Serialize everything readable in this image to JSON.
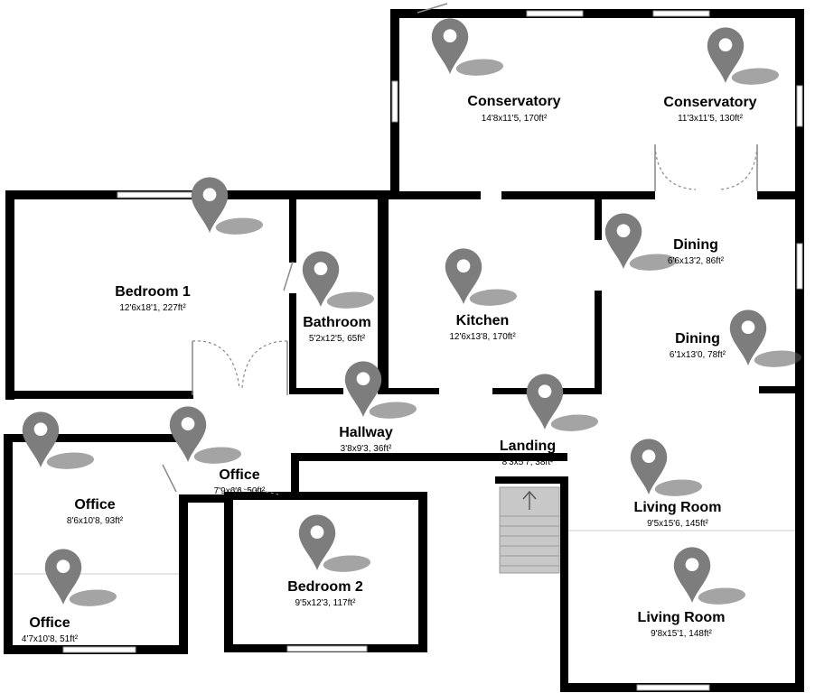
{
  "floorplan": {
    "rooms": [
      {
        "id": "conservatory-1",
        "name": "Conservatory",
        "dims": "14'8x11'5, 170ft²"
      },
      {
        "id": "conservatory-2",
        "name": "Conservatory",
        "dims": "11'3x11'5, 130ft²"
      },
      {
        "id": "bedroom-1",
        "name": "Bedroom 1",
        "dims": "12'6x18'1, 227ft²"
      },
      {
        "id": "bathroom",
        "name": "Bathroom",
        "dims": "5'2x12'5, 65ft²"
      },
      {
        "id": "kitchen",
        "name": "Kitchen",
        "dims": "12'6x13'8, 170ft²"
      },
      {
        "id": "dining-1",
        "name": "Dining",
        "dims": "6'6x13'2, 86ft²"
      },
      {
        "id": "dining-2",
        "name": "Dining",
        "dims": "6'1x13'0, 78ft²"
      },
      {
        "id": "hallway",
        "name": "Hallway",
        "dims": "3'8x9'3, 36ft²"
      },
      {
        "id": "landing",
        "name": "Landing",
        "dims": "8'3x5'7, 38ft²"
      },
      {
        "id": "office-small",
        "name": "Office",
        "dims": "7'9x6'6, 50ft²"
      },
      {
        "id": "office-main",
        "name": "Office",
        "dims": "8'6x10'8, 93ft²"
      },
      {
        "id": "office-corner",
        "name": "Office",
        "dims": "4'7x10'8, 51ft²"
      },
      {
        "id": "bedroom-2",
        "name": "Bedroom 2",
        "dims": "9'5x12'3, 117ft²"
      },
      {
        "id": "living-1",
        "name": "Living Room",
        "dims": "9'5x15'6, 145ft²"
      },
      {
        "id": "living-2",
        "name": "Living Room",
        "dims": "9'8x15'1, 148ft²"
      }
    ],
    "stairs_icon": "up-arrow-icon",
    "pin_icon": "location-pin-icon",
    "colors": {
      "wall": "#000000",
      "pin": "#7d7d7d",
      "stairs": "#c8c8c8"
    }
  }
}
